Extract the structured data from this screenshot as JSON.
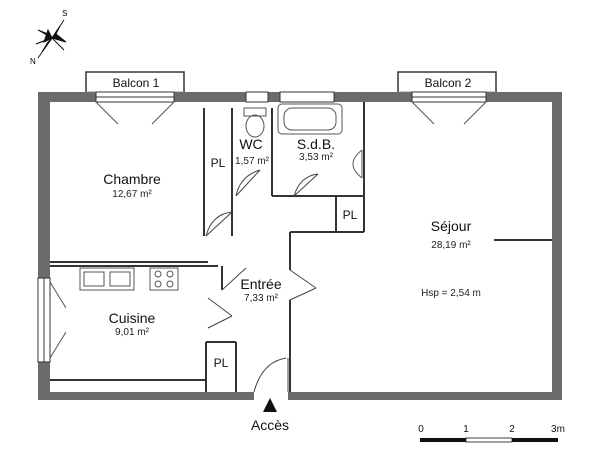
{
  "compass": {
    "s": "S",
    "n": "N"
  },
  "balconies": [
    {
      "label": "Balcon 1"
    },
    {
      "label": "Balcon 2"
    }
  ],
  "rooms": {
    "chambre": {
      "name": "Chambre",
      "area": "12,67 m²"
    },
    "wc": {
      "name": "WC",
      "area": "1,57 m²"
    },
    "sdb": {
      "name": "S.d.B.",
      "area": "3,53 m²"
    },
    "sejour": {
      "name": "Séjour",
      "area": "28,19 m²",
      "hsp": "Hsp = 2,54 m"
    },
    "cuisine": {
      "name": "Cuisine",
      "area": "9,01 m²"
    },
    "entree": {
      "name": "Entrée",
      "area": "7,33 m²"
    }
  },
  "storage": {
    "pl1": "PL",
    "pl2": "PL",
    "pl3": "PL"
  },
  "access": {
    "label": "Accès"
  },
  "scale": {
    "ticks": [
      "0",
      "1",
      "2",
      "3m"
    ]
  },
  "colors": {
    "wall": "#6b6b6b",
    "line": "#333333",
    "fixture": "#555555"
  }
}
